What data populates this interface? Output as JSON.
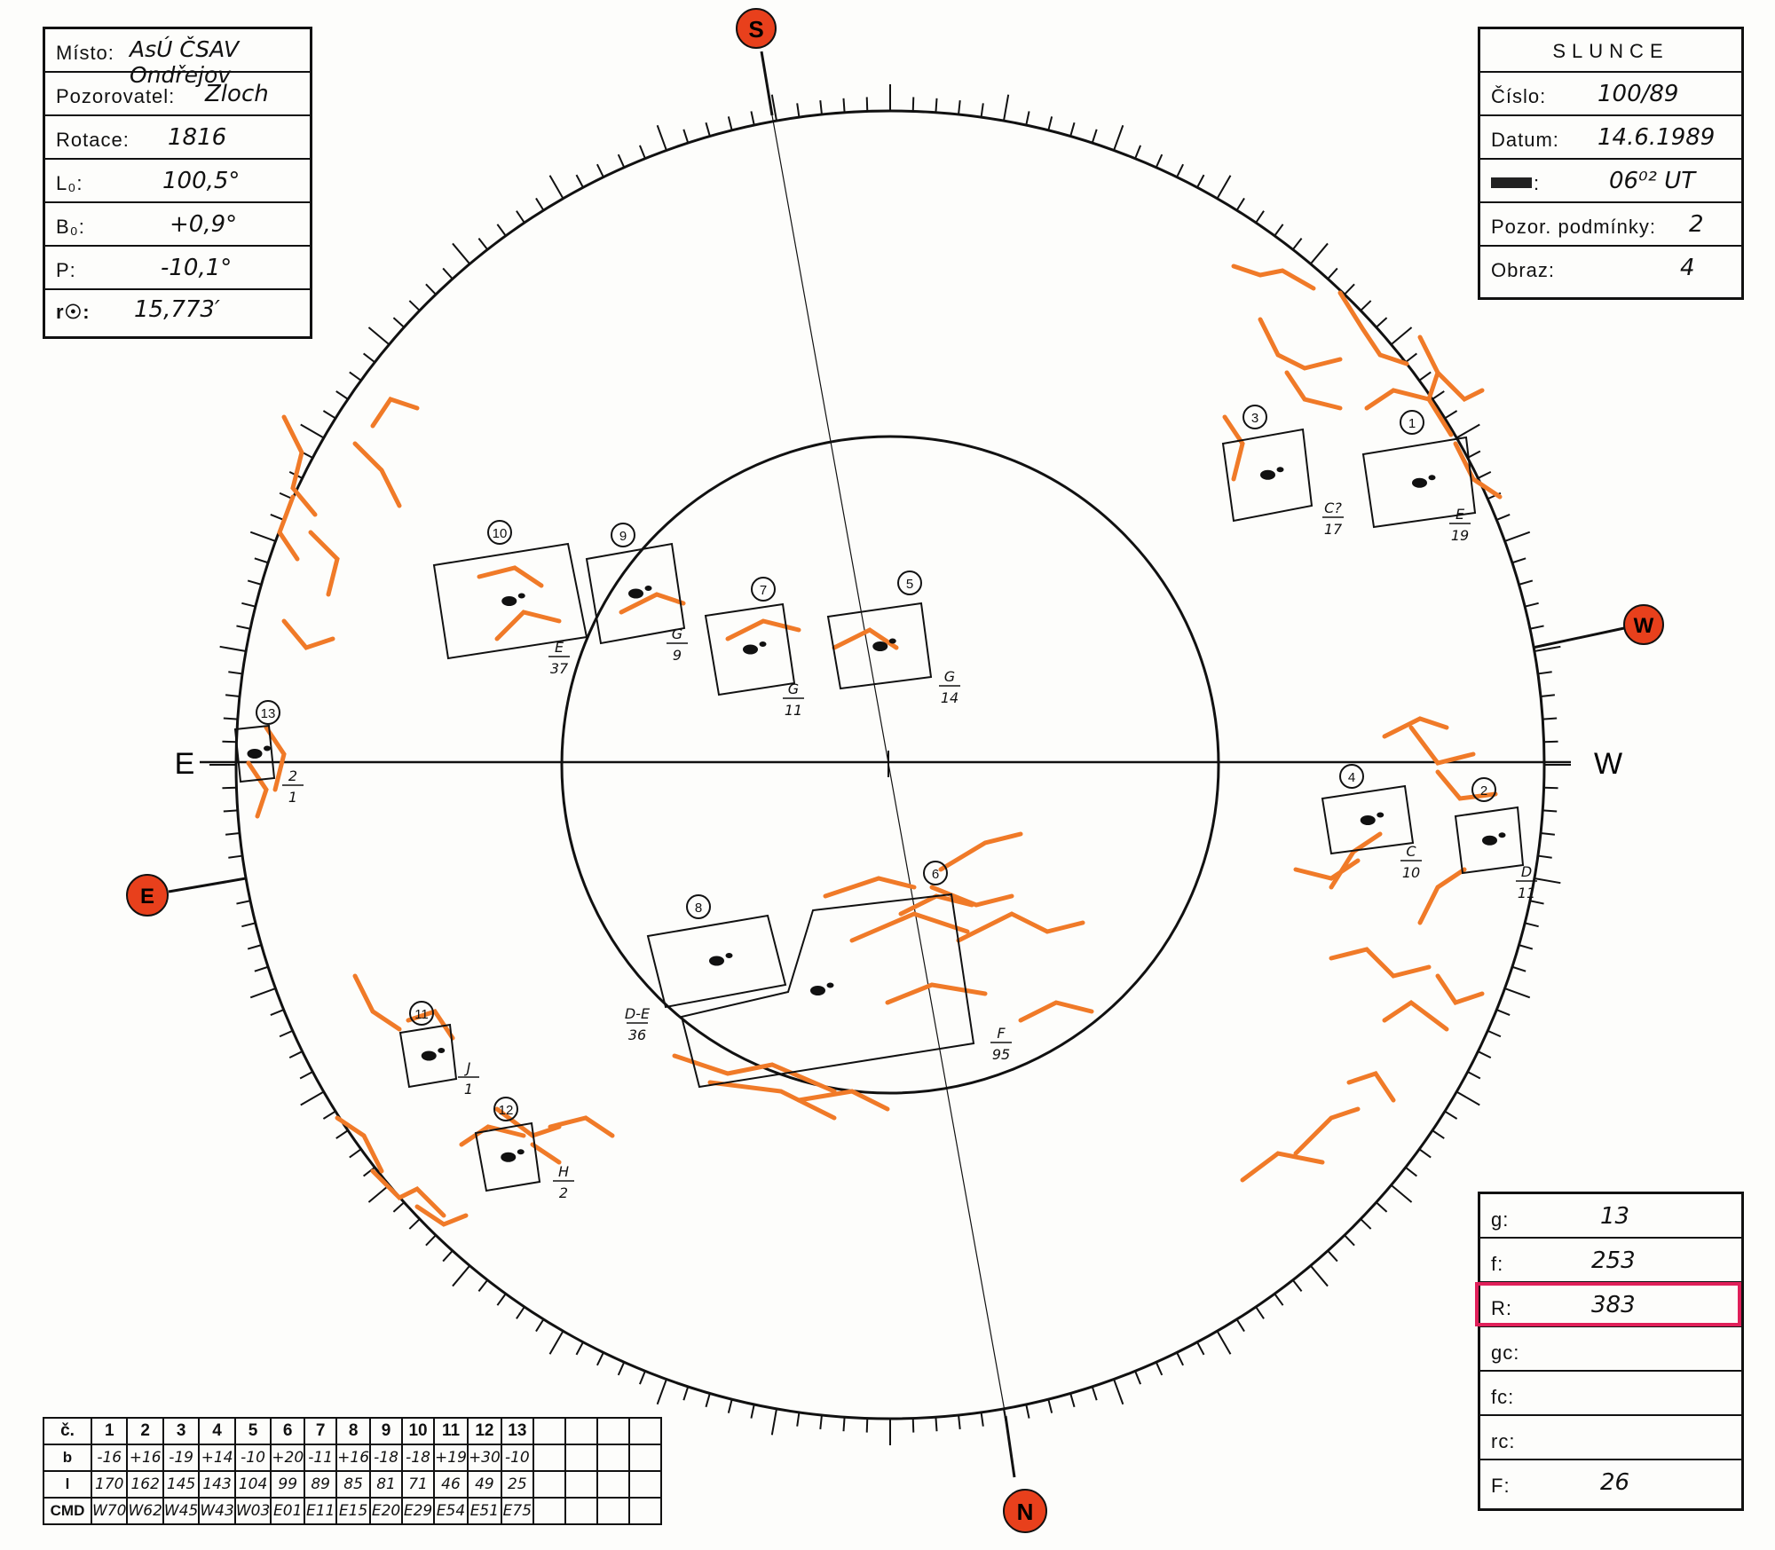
{
  "observation": {
    "misto_label": "Místo:",
    "misto_value": "AsÚ ČSAV Ondřejov",
    "pozorovatel_label": "Pozorovatel:",
    "pozorovatel_value": "Zloch",
    "rotace_label": "Rotace:",
    "rotace_value": "1816",
    "l0_label": "L₀:",
    "l0_value": "100,5°",
    "b0_label": "B₀:",
    "b0_value": "+0,9°",
    "p_label": "P:",
    "p_value": "-10,1°",
    "r_label": "r☉:",
    "r_value": "15,773′"
  },
  "slunce": {
    "title": "SLUNCE",
    "cislo_label": "Číslo:",
    "cislo_value": "100/89",
    "datum_label": "Datum:",
    "datum_value": "14.6.1989",
    "cas_label": ":",
    "cas_value": "06⁰² UT",
    "podminky_label": "Pozor. podmínky:",
    "podminky_value": "2",
    "obraz_label": "Obraz:",
    "obraz_value": "4"
  },
  "results": {
    "g_label": "g:",
    "g_value": "13",
    "f_label": "f:",
    "f_value": "253",
    "R_label": "R:",
    "R_value": "383",
    "gc_label": "gc:",
    "gc_value": "",
    "fc_label": "fc:",
    "fc_value": "",
    "rc_label": "rc:",
    "rc_value": "",
    "F_label": "F:",
    "F_value": "26",
    "highlight_color": "#e0205a"
  },
  "compass": {
    "S": "S",
    "N": "N",
    "E": "E",
    "W": "W",
    "marker_color": "#e8401c"
  },
  "table": {
    "row_labels": [
      "č.",
      "b",
      "l",
      "CMD"
    ],
    "numbers": [
      "1",
      "2",
      "3",
      "4",
      "5",
      "6",
      "7",
      "8",
      "9",
      "10",
      "11",
      "12",
      "13"
    ],
    "b": [
      "-16",
      "+16",
      "-19",
      "+14",
      "-10",
      "+20",
      "-11",
      "+16",
      "-18",
      "-18",
      "+19",
      "+30",
      "-10"
    ],
    "l": [
      "170",
      "162",
      "145",
      "143",
      "104",
      "99",
      "89",
      "85",
      "81",
      "71",
      "46",
      "49",
      "25"
    ],
    "cmd": [
      "W70",
      "W62",
      "W45",
      "W43",
      "W03",
      "E01",
      "E11",
      "E15",
      "E20",
      "E29",
      "E54",
      "E51",
      "E75"
    ]
  },
  "groups": [
    {
      "id": "1",
      "class": "E",
      "count": "19"
    },
    {
      "id": "2",
      "class": "D",
      "count": "11"
    },
    {
      "id": "3",
      "class": "C?",
      "count": "17"
    },
    {
      "id": "4",
      "class": "C",
      "count": "10"
    },
    {
      "id": "5",
      "class": "G",
      "count": "14"
    },
    {
      "id": "6",
      "class": "F",
      "count": "95"
    },
    {
      "id": "7",
      "class": "G",
      "count": "11"
    },
    {
      "id": "8",
      "class": "D-E",
      "count": "36"
    },
    {
      "id": "9",
      "class": "G",
      "count": "9"
    },
    {
      "id": "10",
      "class": "E",
      "count": "37"
    },
    {
      "id": "11",
      "class": "J",
      "count": "1"
    },
    {
      "id": "12",
      "class": "H",
      "count": "2"
    },
    {
      "id": "13",
      "class": "2",
      "count": "1"
    }
  ],
  "colors": {
    "faculae": "#f07a28",
    "ink": "#111111"
  }
}
